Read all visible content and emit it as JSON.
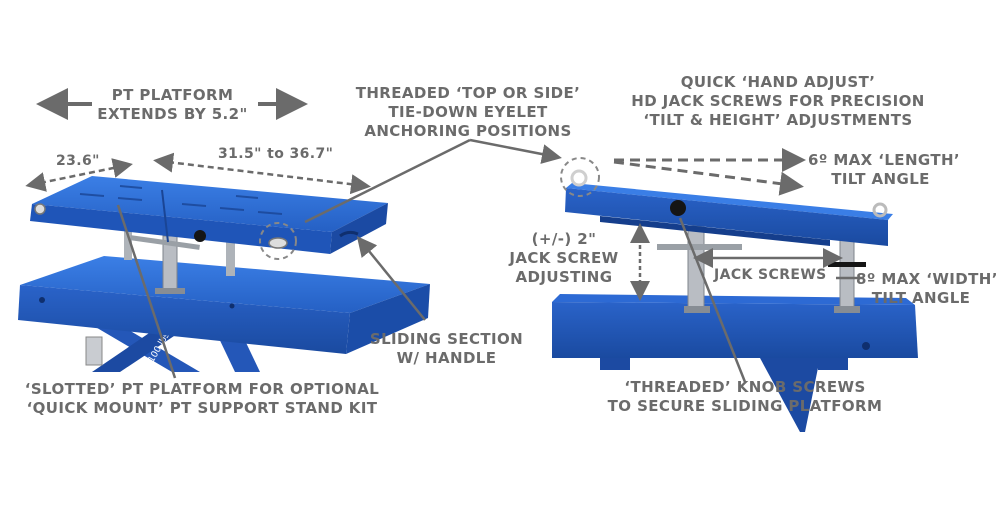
{
  "labels": {
    "pt_platform_line1": "PT PLATFORM",
    "pt_platform_line2": "EXTENDS BY 5.2\"",
    "dim_width": "23.6\"",
    "dim_length": "31.5\" to 36.7\"",
    "eyelet_line1": "THREADED ‘TOP OR SIDE’",
    "eyelet_line2": "TIE-DOWN EYELET",
    "eyelet_line3": "ANCHORING POSITIONS",
    "hand_adjust_line1": "QUICK ‘HAND ADJUST’",
    "hand_adjust_line2": "HD JACK SCREWS FOR PRECISION",
    "hand_adjust_line3": "‘TILT & HEIGHT’ ADJUSTMENTS",
    "length_tilt_line1": "6º MAX ‘LENGTH’",
    "length_tilt_line2": "TILT ANGLE",
    "jack_adjust_line1": "(+/-) 2\"",
    "jack_adjust_line2": "JACK SCREW",
    "jack_adjust_line3": "ADJUSTING",
    "jack_screws": "JACK SCREWS",
    "width_tilt_line1": "8º MAX ‘WIDTH’",
    "width_tilt_line2": "TILT ANGLE",
    "sliding_line1": "SLIDING SECTION",
    "sliding_line2": "W/ HANDLE",
    "slotted_line1": "‘SLOTTED’ PT PLATFORM FOR OPTIONAL",
    "slotted_line2": "‘QUICK MOUNT’ PT SUPPORT STAND KIT",
    "knob_line1": "‘THREADED’ KNOB SCREWS",
    "knob_line2": "TO SECURE SLIDING PLATFORM",
    "weight_plate": "1100 lbs"
  },
  "colors": {
    "label_text": "#6b6b6b",
    "platform_blue": "#2f6fd8",
    "platform_dark": "#1d4fa8",
    "steel": "#9aa0a6",
    "arrow": "#6b6b6b"
  }
}
